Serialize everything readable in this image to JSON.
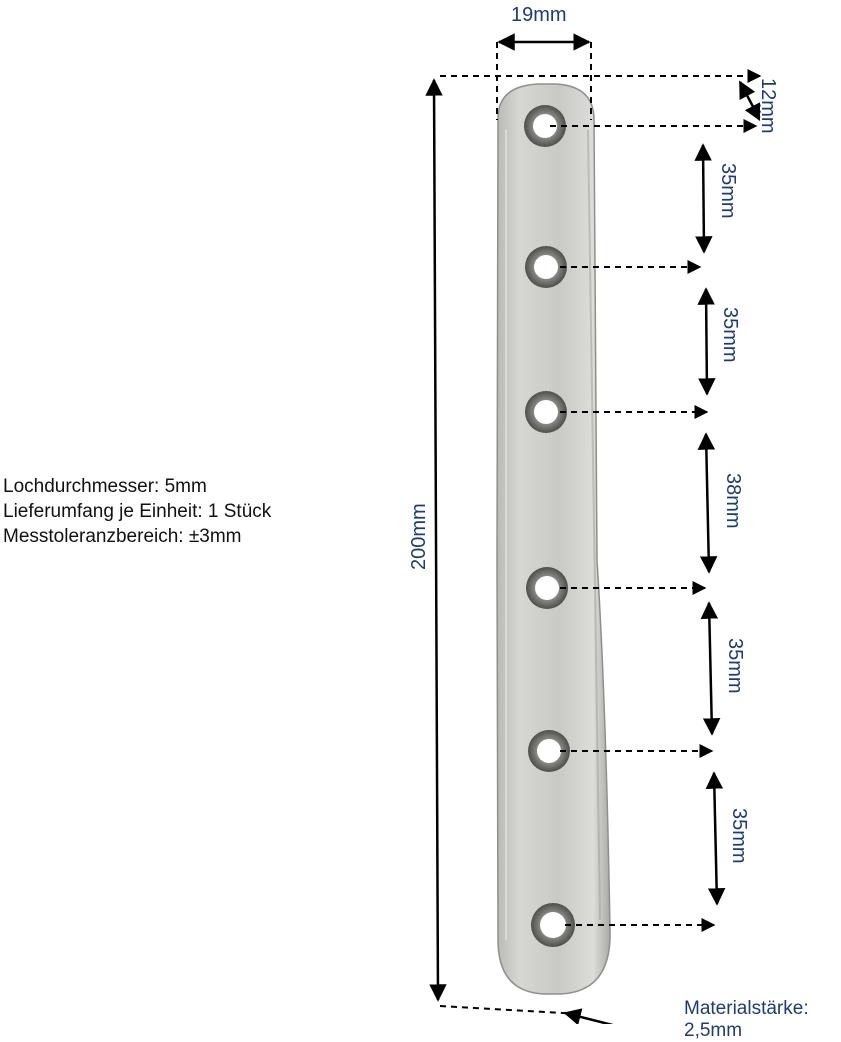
{
  "dimensions": {
    "width": "19mm",
    "edge": "12mm",
    "length": "200mm",
    "spacing": [
      "35mm",
      "35mm",
      "38mm",
      "35mm",
      "35mm"
    ]
  },
  "specs": {
    "hole_diameter": "Lochdurchmesser: 5mm",
    "delivery": "Lieferumfang je Einheit: 1 Stück",
    "tolerance": "Messtoleranzbereich: ±3mm"
  },
  "material": {
    "label": "Materialstärke:",
    "value": "2,5mm"
  },
  "colors": {
    "label_blue": "#1f3b73",
    "steel_light": "#d4d4d0",
    "steel_dark": "#a8a8a4",
    "line": "#000000"
  }
}
